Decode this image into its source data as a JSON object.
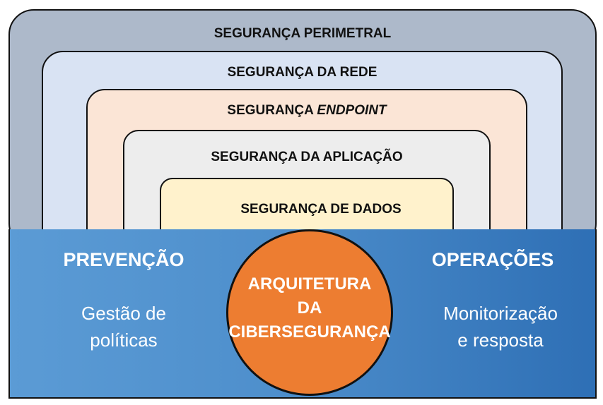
{
  "layers": {
    "perimetral": "SEGURANÇA PERIMETRAL",
    "rede": "SEGURANÇA DA REDE",
    "endpoint_prefix": "SEGURANÇA ",
    "endpoint_italic": "ENDPOINT",
    "aplicacao": "SEGURANÇA DA APLICAÇÃO",
    "dados": "SEGURANÇA DE DADOS"
  },
  "prevencao": {
    "title": "PREVENÇÃO",
    "line1": "Gestão de",
    "line2": "políticas"
  },
  "operacoes": {
    "title": "OPERAÇÕES",
    "line1": "Monitorização",
    "line2": "e resposta"
  },
  "core": {
    "line1": "ARQUITETURA",
    "line2": "DA",
    "line3": "CIBERSEGURANÇA"
  },
  "colors": {
    "perimetral": "#adb9ca",
    "rede": "#d9e3f3",
    "endpoint": "#fbe5d6",
    "aplicacao": "#ededed",
    "dados": "#fff2cc",
    "band": "#4e8fcc",
    "core": "#ed7d31"
  }
}
